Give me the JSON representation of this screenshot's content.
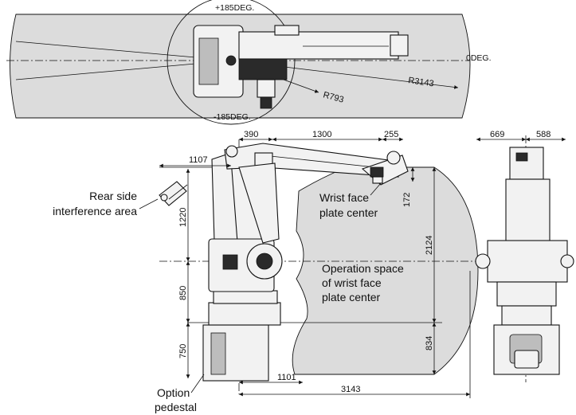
{
  "top_view": {
    "angle_pos": "+185DEG.",
    "angle_neg": "-185DEG.",
    "angle_zero": "0DEG.",
    "radius_outer": "R3143",
    "radius_inner": "R793"
  },
  "side_view": {
    "dims": {
      "d390": "390",
      "d1300": "1300",
      "d255": "255",
      "d1107": "1107",
      "d1220": "1220",
      "d850": "850",
      "d750": "750",
      "d172": "172",
      "d2124": "2124",
      "d834": "834",
      "d1101": "1101",
      "d3143": "3143"
    },
    "labels": {
      "rear_line1": "Rear side",
      "rear_line2": "interference area",
      "wrist_line1": "Wrist face",
      "wrist_line2": "plate center",
      "op_line1": "Operation space",
      "op_line2": "of wrist face",
      "op_line3": "plate center",
      "opt_line1": "Option",
      "opt_line2": "pedestal"
    }
  },
  "front_view": {
    "dims": {
      "d669": "669",
      "d588": "588"
    }
  },
  "colors": {
    "zone_fill": "#dcdcdc",
    "line": "#111111",
    "body_fill": "#f2f2f2"
  }
}
